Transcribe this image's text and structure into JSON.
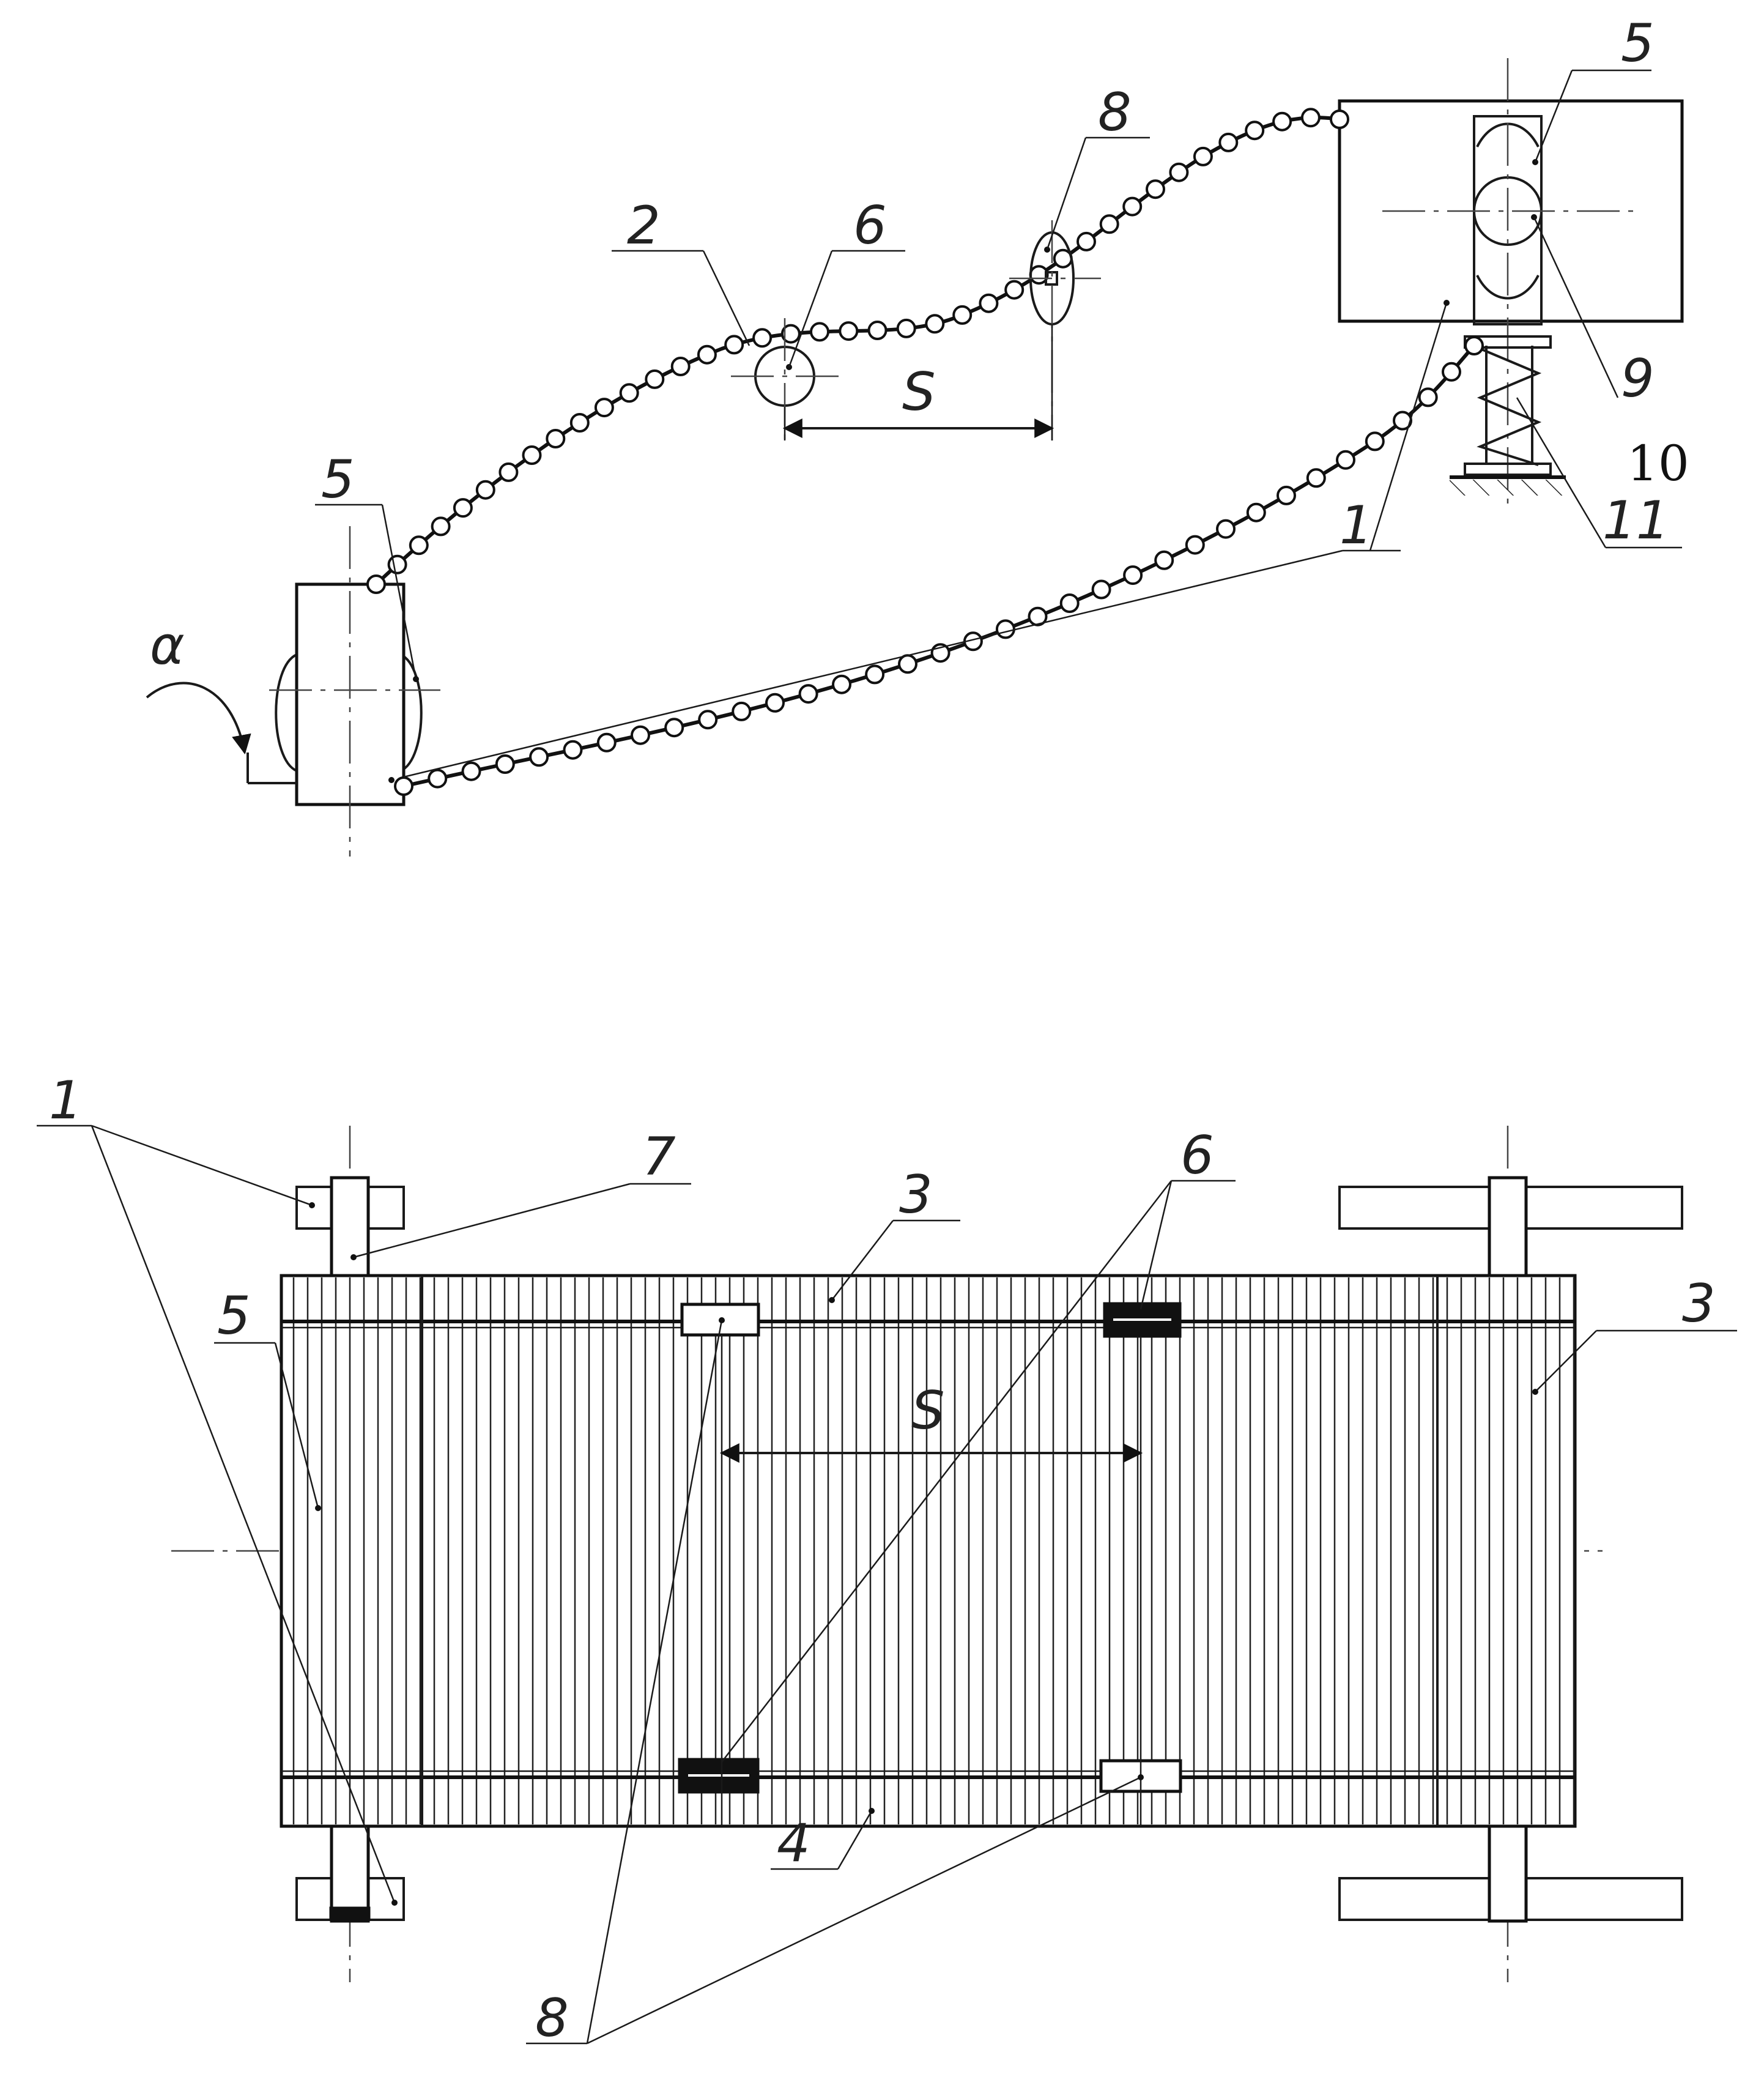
{
  "figure": {
    "top_view_labels": {
      "alpha": "α",
      "label_2": "2",
      "label_6": "6",
      "label_8": "8",
      "label_5_left": "5",
      "label_5_right": "5",
      "label_9": "9",
      "label_10": "10",
      "label_11": "11",
      "label_1": "1",
      "dim_s": "S"
    },
    "bottom_view_labels": {
      "label_1": "1",
      "label_7": "7",
      "label_5": "5",
      "label_3_top": "3",
      "label_3_right": "3",
      "label_6": "6",
      "label_4": "4",
      "label_8": "8",
      "dim_s": "S"
    }
  }
}
